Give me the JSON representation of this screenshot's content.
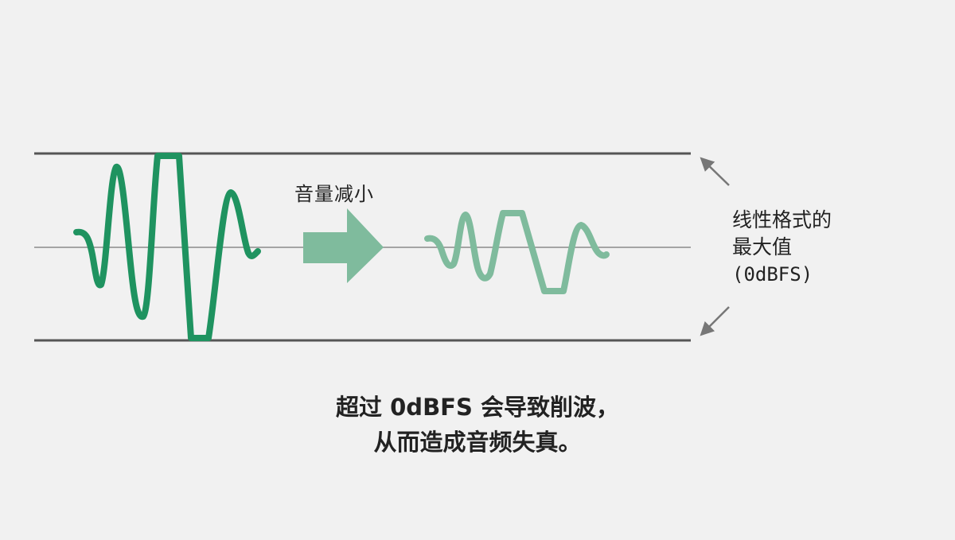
{
  "diagram": {
    "arrow_label": "音量减小",
    "max_label_line1": "线性格式的",
    "max_label_line2": "最大值",
    "max_label_line3": "(0dBFS)",
    "caption_line1": "超过 0dBFS 会导致削波，",
    "caption_line2": "从而造成音频失真。",
    "colors": {
      "background": "#f1f1f1",
      "clipped_wave": "#1f9360",
      "reduced_wave": "#7fbb9d",
      "arrow": "#7fbb9d",
      "limit_line": "#555555",
      "center_line": "#8a8a8a",
      "pointer": "#777777"
    }
  }
}
